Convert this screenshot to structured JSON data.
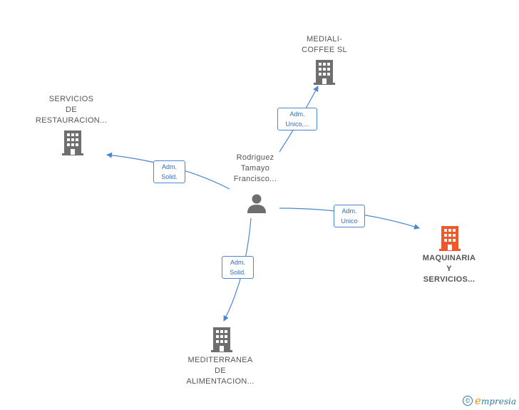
{
  "center": {
    "label": [
      "Rodriguez",
      "Tamayo",
      "Francisco..."
    ],
    "icon": "person-icon"
  },
  "companies": [
    {
      "id": "mediali",
      "label": [
        "MEDIALI-",
        "COFFEE  SL"
      ],
      "icon": "building-icon",
      "color": "#6e6e6e"
    },
    {
      "id": "servicios-restauracion",
      "label": [
        "SERVICIOS",
        "DE",
        "RESTAURACION..."
      ],
      "icon": "building-icon",
      "color": "#6e6e6e"
    },
    {
      "id": "maquinaria",
      "label": [
        "MAQUINARIA",
        "Y",
        "SERVICIOS..."
      ],
      "icon": "building-icon",
      "color": "#f0582a"
    },
    {
      "id": "mediterranea",
      "label": [
        "MEDITERRANEA",
        "DE",
        "ALIMENTACION..."
      ],
      "icon": "building-icon",
      "color": "#6e6e6e"
    }
  ],
  "relations": [
    {
      "to": "mediali",
      "label": [
        "Adm.",
        "Unico,..."
      ]
    },
    {
      "to": "servicios-restauracion",
      "label": [
        "Adm.",
        "Solid."
      ]
    },
    {
      "to": "maquinaria",
      "label": [
        "Adm.",
        "Unico"
      ]
    },
    {
      "to": "mediterranea",
      "label": [
        "Adm.",
        "Solid."
      ]
    }
  ],
  "colors": {
    "edge": "#4a86d4",
    "person": "#6e6e6e"
  },
  "footer": {
    "copyright_symbol": "©",
    "brand_first": "e",
    "brand_rest": "mpresia"
  }
}
